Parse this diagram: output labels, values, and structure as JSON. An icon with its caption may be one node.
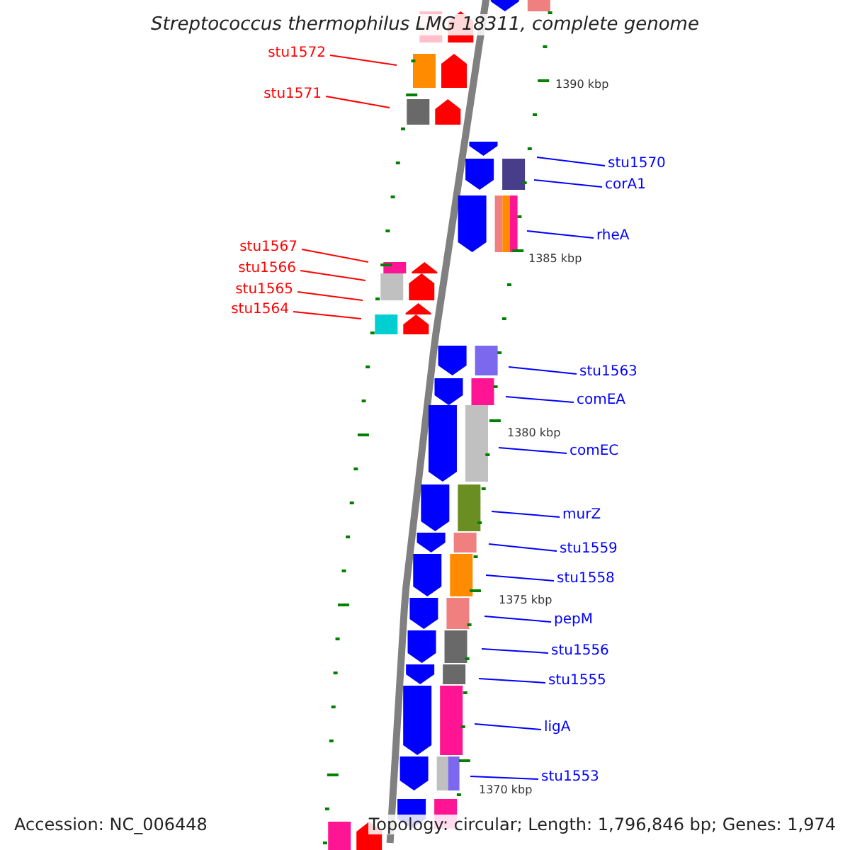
{
  "diagram": {
    "title": "Streptococcus thermophilus LMG 18311, complete genome",
    "nodes": [
      {
        "text": [
          "stu1572"
        ]
      },
      {
        "text": [
          "stu1571"
        ]
      },
      {
        "text": [
          "stu1570"
        ]
      },
      {
        "text": [
          "corA1"
        ]
      },
      {
        "text": [
          "rheA"
        ]
      },
      {
        "text": [
          "stu1567"
        ]
      },
      {
        "text": [
          "stu1566"
        ]
      },
      {
        "text": [
          "stu1565"
        ]
      },
      {
        "text": [
          "stu1564"
        ]
      },
      {
        "text": [
          "stu1563"
        ]
      },
      {
        "text": [
          "comEA"
        ]
      },
      {
        "text": [
          "comEC"
        ]
      },
      {
        "text": [
          "murZ"
        ]
      },
      {
        "text": [
          "stu1559"
        ]
      },
      {
        "text": [
          "stu1558"
        ]
      },
      {
        "text": [
          "pepM"
        ]
      },
      {
        "text": [
          "stu1556"
        ]
      },
      {
        "text": [
          "stu1555"
        ]
      },
      {
        "text": [
          "ligA"
        ]
      },
      {
        "text": [
          "stu1553"
        ]
      }
    ],
    "edges": [
      {
        "from": 0,
        "to": null,
        "arrow": "none",
        "color": "#ff0000"
      },
      {
        "from": 1,
        "to": null,
        "arrow": "none",
        "color": "#ff0000"
      },
      {
        "from": 2,
        "to": null,
        "arrow": "none"
      },
      {
        "from": 3,
        "to": null,
        "arrow": "none"
      },
      {
        "from": 4,
        "to": null,
        "arrow": "none"
      },
      {
        "from": 5,
        "to": null,
        "arrow": "none",
        "color": "#ff0000"
      },
      {
        "from": 6,
        "to": null,
        "arrow": "none",
        "color": "#ff0000"
      },
      {
        "from": 7,
        "to": null,
        "arrow": "none",
        "color": "#ff0000"
      },
      {
        "from": 8,
        "to": null,
        "arrow": "none",
        "color": "#ff0000"
      },
      {
        "from": 9,
        "to": null,
        "arrow": "none"
      },
      {
        "from": 10,
        "to": null,
        "arrow": "none"
      },
      {
        "from": 11,
        "to": null,
        "arrow": "none"
      },
      {
        "from": 12,
        "to": null,
        "arrow": "none"
      },
      {
        "from": 13,
        "to": null,
        "arrow": "none"
      },
      {
        "from": 14,
        "to": null,
        "arrow": "none"
      },
      {
        "from": 15,
        "to": null,
        "arrow": "none"
      },
      {
        "from": 16,
        "to": null,
        "arrow": "none"
      },
      {
        "from": 17,
        "to": null,
        "arrow": "none"
      },
      {
        "from": 18,
        "to": null,
        "arrow": "none"
      },
      {
        "from": 19,
        "to": null,
        "arrow": "none"
      }
    ],
    "labels": [
      "1390 kbp",
      "1385 kbp",
      "1380 kbp",
      "1375 kbp",
      "1370 kbp",
      "Accession: NC_006448",
      "Topology: circular; Length: 1,796,846 bp; Genes: 1,974"
    ]
  }
}
